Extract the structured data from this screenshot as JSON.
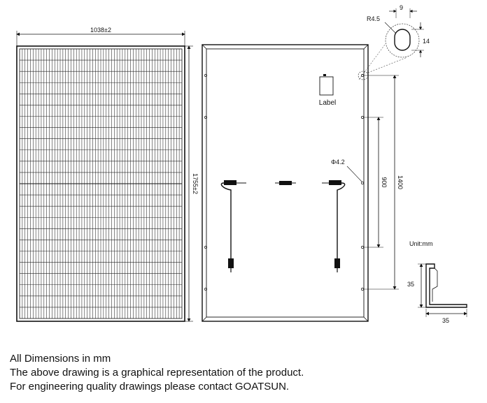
{
  "front_view": {
    "width_label": "1038±2",
    "height_label": "1755±2"
  },
  "back_view": {
    "label_text": "Label",
    "hole_label": "Φ4.2",
    "dim_900": "900",
    "dim_1400": "1400",
    "radius_label": "R4.5",
    "slot_width": "9",
    "slot_height": "14"
  },
  "section": {
    "unit": "Unit:mm",
    "height": "35",
    "width": "35"
  },
  "notes": [
    "All Dimensions in mm",
    "The above drawing is a graphical representation of the product.",
    "For engineering quality drawings please contact GOATSUN."
  ]
}
